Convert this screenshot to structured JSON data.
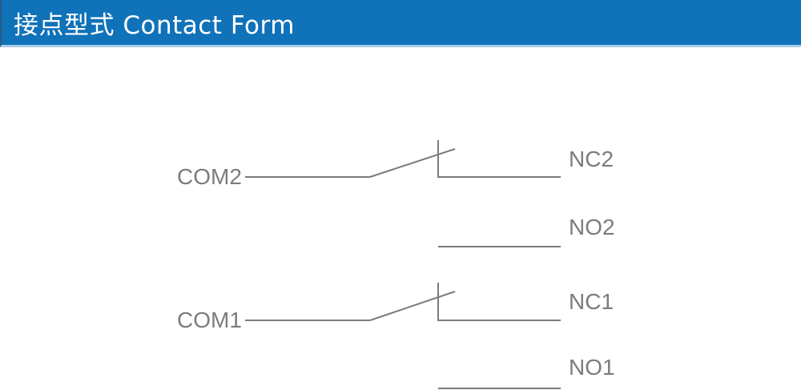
{
  "header": {
    "title": "接点型式 Contact Form",
    "bg_color": "#1072B9",
    "underline_color": "#A9CCE8",
    "text_color": "#FFFFFF"
  },
  "diagram": {
    "type": "relay-contact-form-schematic",
    "line_color": "#7C7C7C",
    "label_color": "#7C7C7C",
    "labels": {
      "com2": "COM2",
      "nc2": "NC2",
      "no2": "NO2",
      "com1": "COM1",
      "nc1": "NC1",
      "no1": "NO1"
    },
    "poles": [
      {
        "common": "COM2",
        "normally_closed": "NC2",
        "normally_open": "NO2",
        "blade_resting_on": "NC2"
      },
      {
        "common": "COM1",
        "normally_closed": "NC1",
        "normally_open": "NO1",
        "blade_resting_on": "NC1"
      }
    ]
  }
}
